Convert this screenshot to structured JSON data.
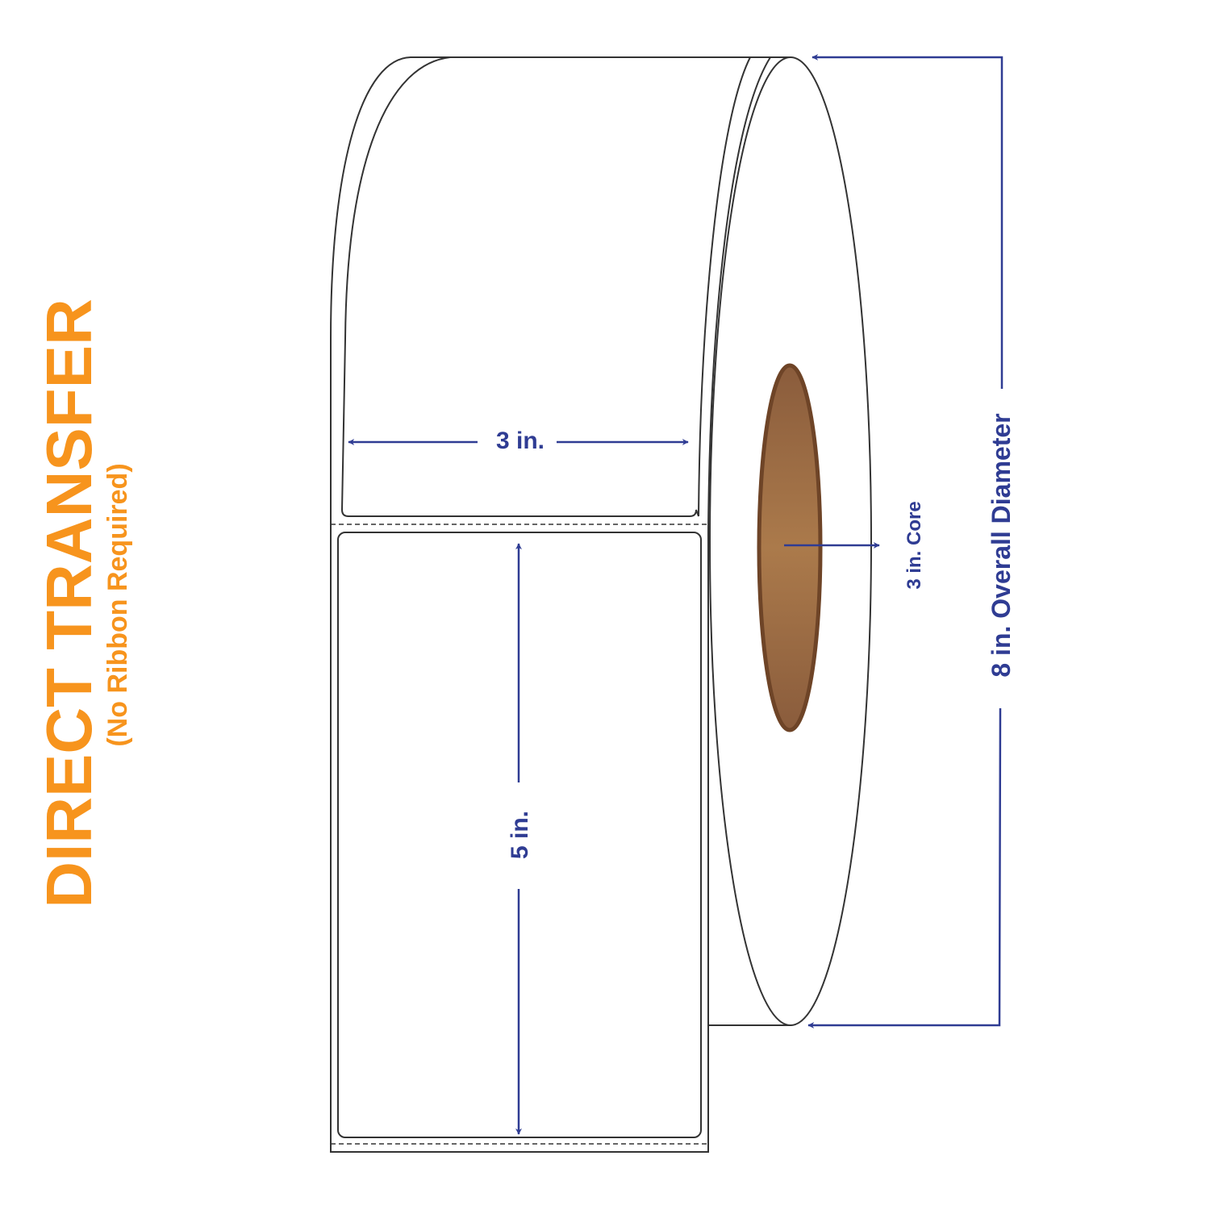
{
  "title": "DIRECT TRANSFER",
  "subtitle": "(No Ribbon Required)",
  "dimensions": {
    "label_width": "3 in.",
    "label_length": "5 in.",
    "core": "3 in. Core",
    "overall_diameter": "8 in. Overall Diameter"
  },
  "colors": {
    "accent_orange": "#f7941d",
    "dimension_blue": "#2f3c93",
    "core_brown": "#a8774a",
    "outline": "#333333"
  }
}
